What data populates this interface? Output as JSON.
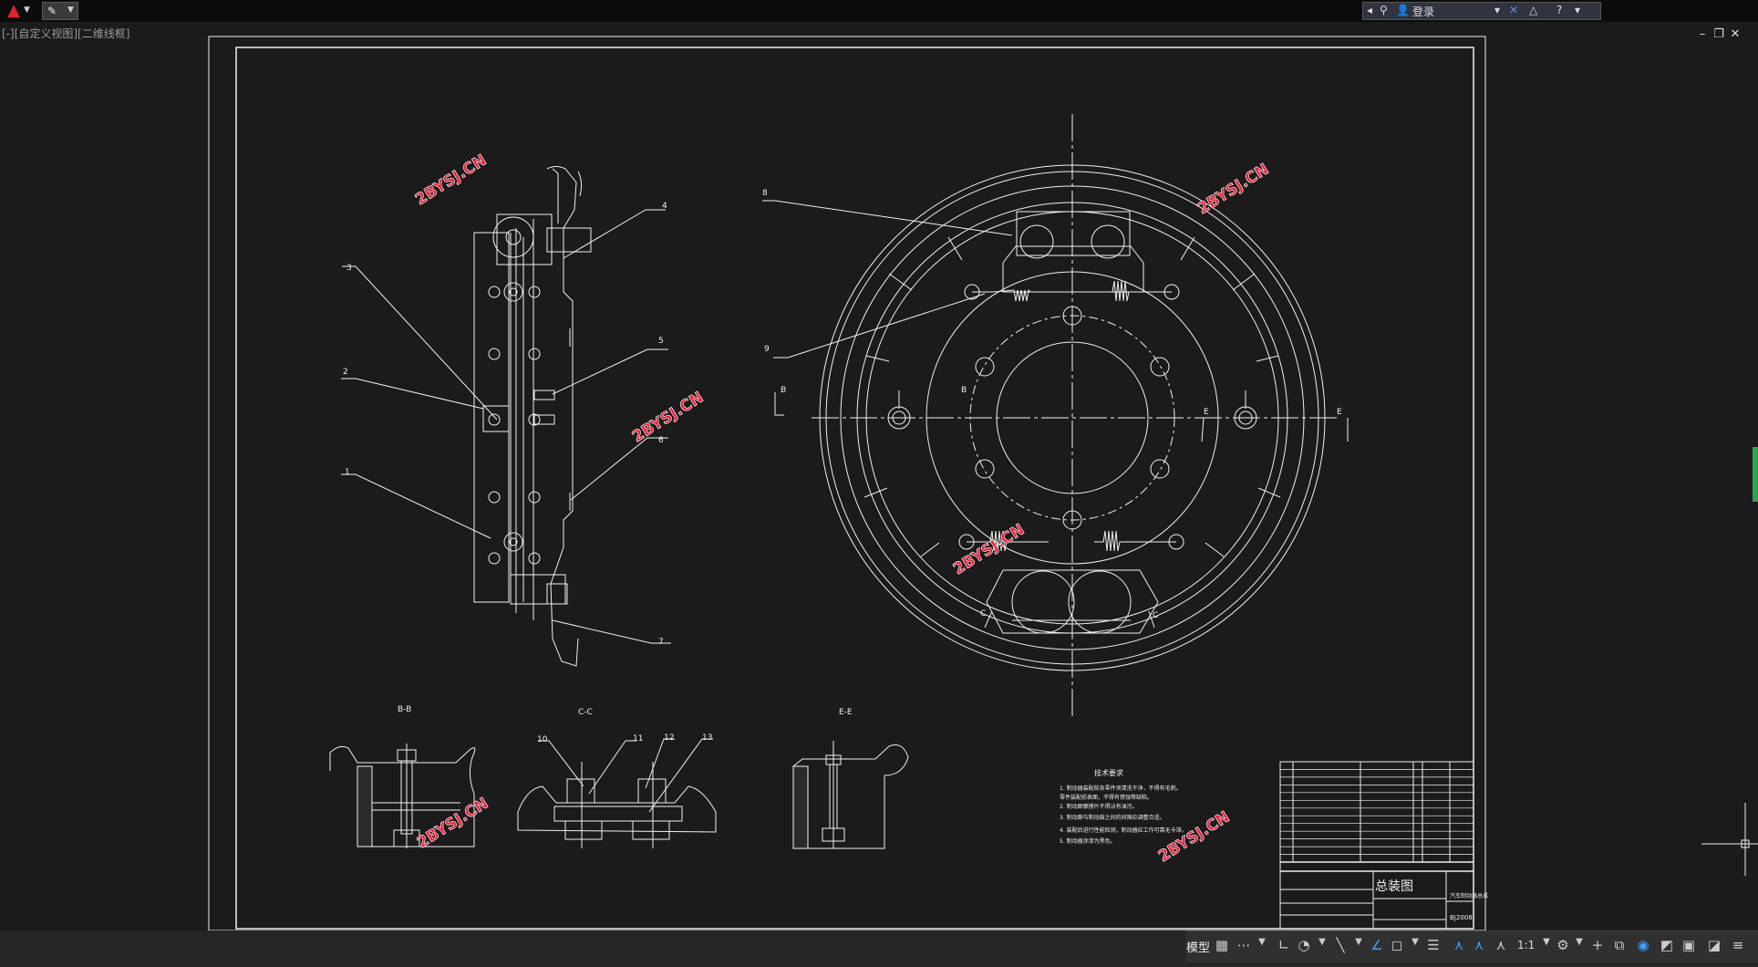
{
  "titlebar": {
    "signin_label": "登录"
  },
  "viewport": {
    "label": "[-][自定义视图][二维线框]"
  },
  "drawing": {
    "watermark": "2BYSJ.CN",
    "title_block_title": "总装图",
    "title_block_project": "汽车制动器总成",
    "title_block_code": "BJ2008",
    "notes_title": "技术要求",
    "notes": [
      "1. 制动器装配前各零件须清洗干净，不得有毛刺。",
      "   零件装配前表面，不得有锈蚀等缺陷。",
      "2. 制动蹄摩擦片不得沾有油污。",
      "3. 制动蹄与制动鼓之间的间隙应调整合适。",
      "4. 装配后进行性能检测，制动器应工作可靠无卡滞。",
      "5. 制动器涂漆为黑色。"
    ],
    "section_labels": {
      "bb": "B-B",
      "cc": "C-C",
      "ee": "E-E"
    },
    "part_numbers_side": [
      "4",
      "3",
      "5",
      "2",
      "6",
      "1",
      "7"
    ],
    "part_numbers_front": [
      "8",
      "9"
    ],
    "part_numbers_section": [
      "10",
      "11",
      "12",
      "13"
    ],
    "cut_letters": {
      "b": "B",
      "c": "C",
      "e": "E"
    }
  },
  "statusbar": {
    "model_tab": "模型",
    "scale": "1:1"
  },
  "colors": {
    "background": "#1b1b1b",
    "lines": "#ffffff",
    "watermark": "#e8223a"
  }
}
